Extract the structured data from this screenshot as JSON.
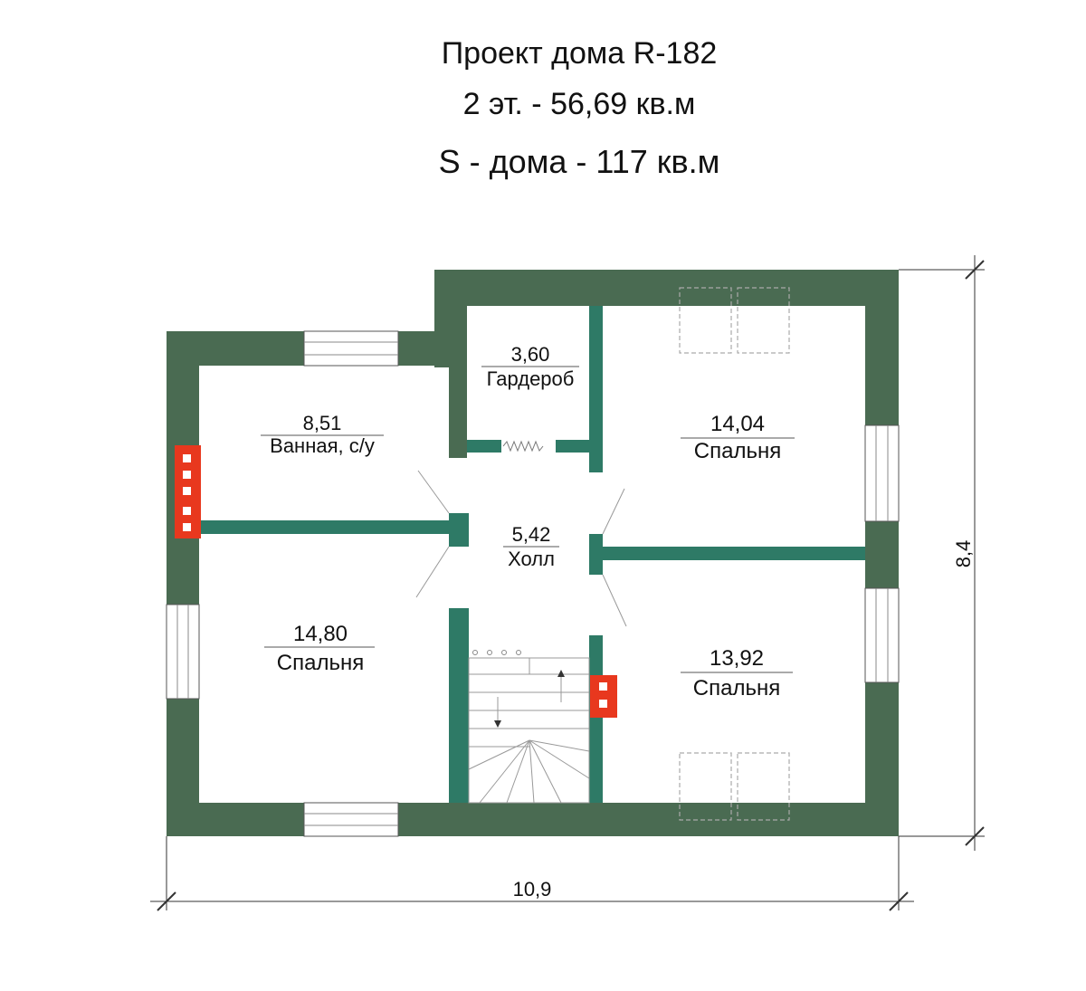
{
  "header": {
    "project": "Проект дома R-182",
    "floor_area": "2 эт. - 56,69 кв.м",
    "total_area": "S - дома - 117 кв.м"
  },
  "rooms": [
    {
      "area": "8,51",
      "name": "Ванная, с/у"
    },
    {
      "area": "3,60",
      "name": "Гардероб"
    },
    {
      "area": "14,04",
      "name": "Спальня"
    },
    {
      "area": "5,42",
      "name": "Холл"
    },
    {
      "area": "14,80",
      "name": "Спальня"
    },
    {
      "area": "13,92",
      "name": "Спальня"
    }
  ],
  "dimensions": {
    "width": "10,9",
    "depth": "8,4"
  },
  "colors": {
    "wall": "#4a6b52",
    "partition": "#2e7a66",
    "chimney": "#e8381e",
    "dim_line": "#333333"
  }
}
